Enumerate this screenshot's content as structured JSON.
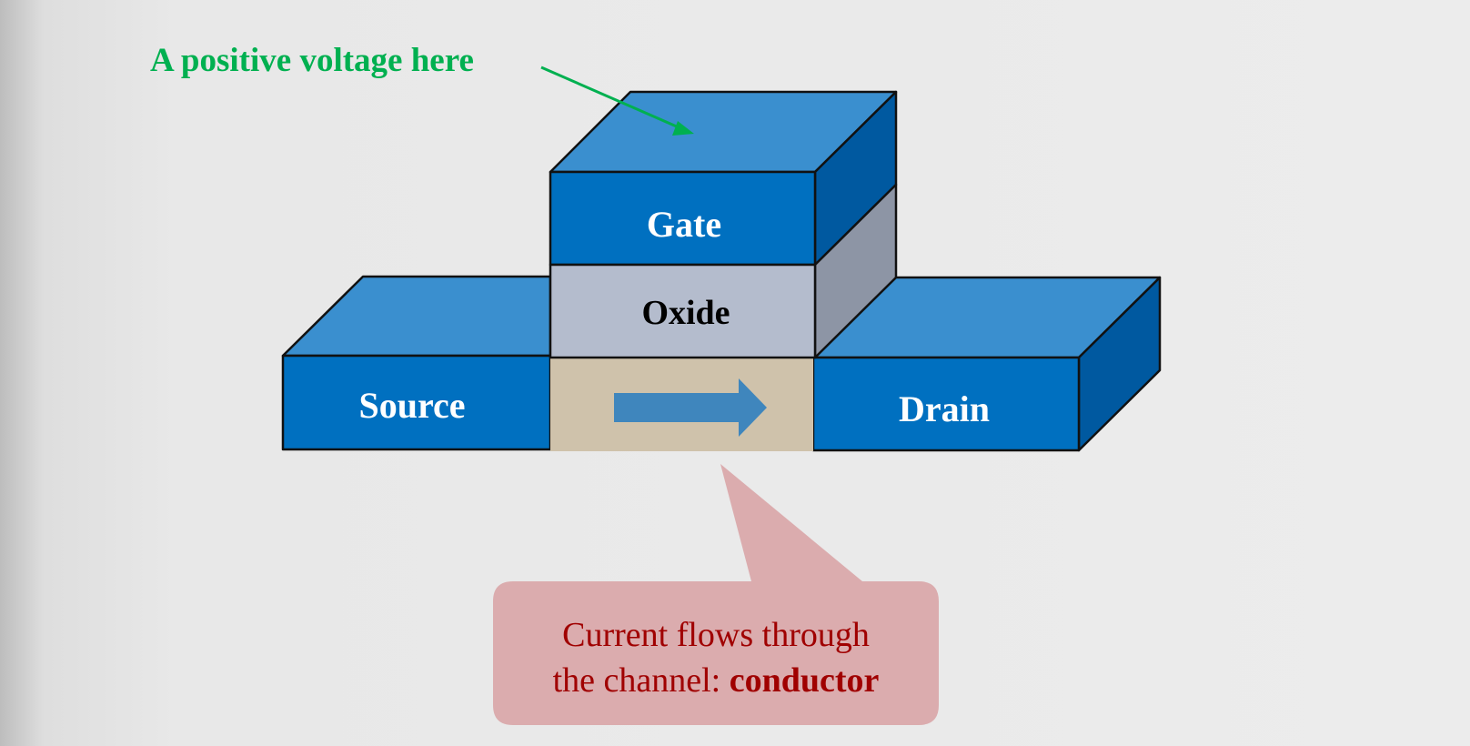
{
  "annotation": {
    "text": "A positive voltage here",
    "color": "#00b050"
  },
  "blocks": {
    "gate": {
      "label": "Gate",
      "color": "#0070c0"
    },
    "oxide": {
      "label": "Oxide",
      "color": "#b4bccd"
    },
    "source": {
      "label": "Source",
      "color": "#0070c0"
    },
    "drain": {
      "label": "Drain",
      "color": "#0070c0"
    },
    "channel": {
      "color": "#cfc2ab"
    }
  },
  "callout": {
    "line1": "Current flows through",
    "line2_prefix": "the channel: ",
    "line2_bold": "conductor",
    "text_color": "#a00000",
    "fill": "#d9a6a8"
  }
}
